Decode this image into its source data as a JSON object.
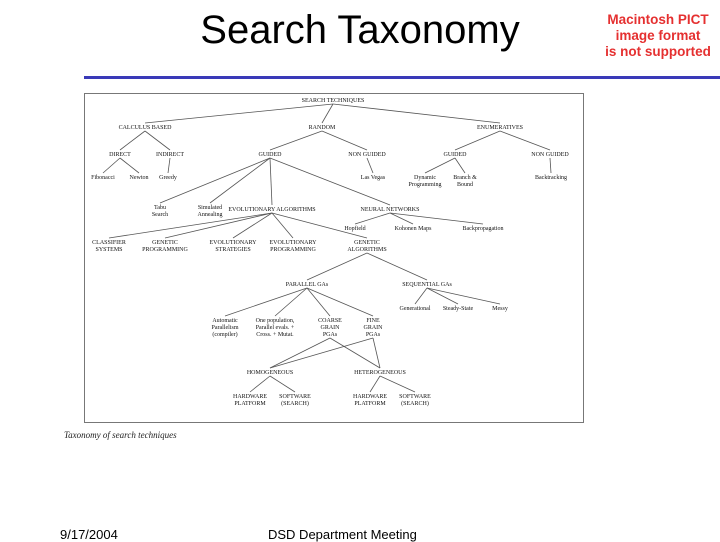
{
  "slide": {
    "title": "Search Taxonomy",
    "pict_notice": [
      "Macintosh PICT",
      "image format",
      "is not supported"
    ],
    "caption": "Taxonomy of search techniques",
    "footer_date": "9/17/2004",
    "footer_center": "DSD Department Meeting"
  },
  "colors": {
    "rule": "#3a3ab8",
    "pict_text": "#e53030"
  },
  "diagram": {
    "nodes": {
      "root": [
        "SEARCH TECHNIQUES"
      ],
      "calculus": [
        "CALCULUS BASED"
      ],
      "random": [
        "RANDOM"
      ],
      "enumeratives": [
        "ENUMERATIVES"
      ],
      "direct": [
        "DIRECT"
      ],
      "indirect": [
        "INDIRECT"
      ],
      "r_guided": [
        "GUIDED"
      ],
      "r_nonguided": [
        "NON GUIDED"
      ],
      "e_guided": [
        "GUIDED"
      ],
      "e_nonguided": [
        "NON GUIDED"
      ],
      "fibonacci": [
        "Fibonacci"
      ],
      "newton": [
        "Newton"
      ],
      "greedy": [
        "Greedy"
      ],
      "lasvegas": [
        "Las Vegas"
      ],
      "dynprog": [
        "Dynamic",
        "Programming"
      ],
      "bnb": [
        "Branch &",
        "Bound"
      ],
      "backtracking": [
        "Backtracking"
      ],
      "tabu": [
        "Tabu",
        "Search"
      ],
      "annealing": [
        "Simulated",
        "Annealing"
      ],
      "evo": [
        "EVOLUTIONARY ALGORITHMS"
      ],
      "nn": [
        "NEURAL NETWORKS"
      ],
      "hopfield": [
        "Hopfield"
      ],
      "kohonen": [
        "Kohonen Maps"
      ],
      "backprop": [
        "Backpropagation"
      ],
      "classifier": [
        "CLASSIFIER",
        "SYSTEMS"
      ],
      "genprog": [
        "GENETIC",
        "PROGRAMMING"
      ],
      "evostrat": [
        "EVOLUTIONARY",
        "STRATEGIES"
      ],
      "evoprog": [
        "EVOLUTIONARY",
        "PROGRAMMING"
      ],
      "genalg": [
        "GENETIC",
        "ALGORITHMS"
      ],
      "parallel": [
        "PARALLEL GAs"
      ],
      "sequential": [
        "SEQUENTIAL GAs"
      ],
      "generational": [
        "Generational"
      ],
      "steady": [
        "Steady-State"
      ],
      "messy": [
        "Messy"
      ],
      "automatic": [
        "Automatic",
        "Parallelism",
        "(compiler)"
      ],
      "onepop": [
        "One population,",
        "Parallel evals. +",
        "Cross. + Mutat."
      ],
      "coarse": [
        "COARSE",
        "GRAIN",
        "PGAs"
      ],
      "fine": [
        "FINE",
        "GRAIN",
        "PGAs"
      ],
      "homog": [
        "HOMOGENEOUS"
      ],
      "heterog": [
        "HETEROGENEOUS"
      ],
      "hw1": [
        "HARDWARE",
        "PLATFORM"
      ],
      "sw1": [
        "SOFTWARE",
        "(SEARCH)"
      ],
      "hw2": [
        "HARDWARE",
        "PLATFORM"
      ],
      "sw2": [
        "SOFTWARE",
        "(SEARCH)"
      ]
    }
  }
}
